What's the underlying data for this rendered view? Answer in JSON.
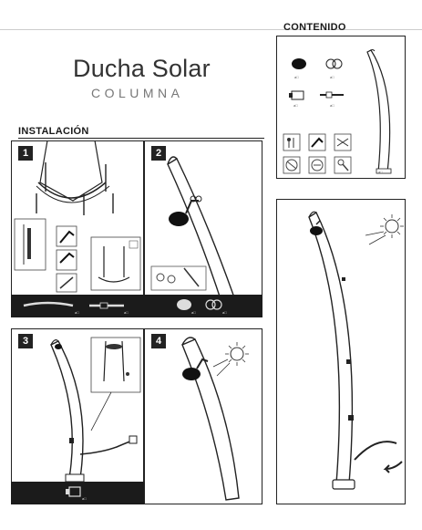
{
  "document": {
    "title": "Ducha Solar",
    "subtitle": "COLUMNA"
  },
  "sections": {
    "installation": "INSTALACIÓN",
    "contents": "CONTENIDO"
  },
  "steps": [
    "1",
    "2",
    "3",
    "4"
  ],
  "part_codes": {
    "contents_a": "a□",
    "contents_b": "a□",
    "contents_c": "a□",
    "contents_d": "a□",
    "contents_e": "a□",
    "step1_a": "a□",
    "step1_b": "a□",
    "step2_a": "a□",
    "step2_b": "a□",
    "step3_a": "a□"
  }
}
